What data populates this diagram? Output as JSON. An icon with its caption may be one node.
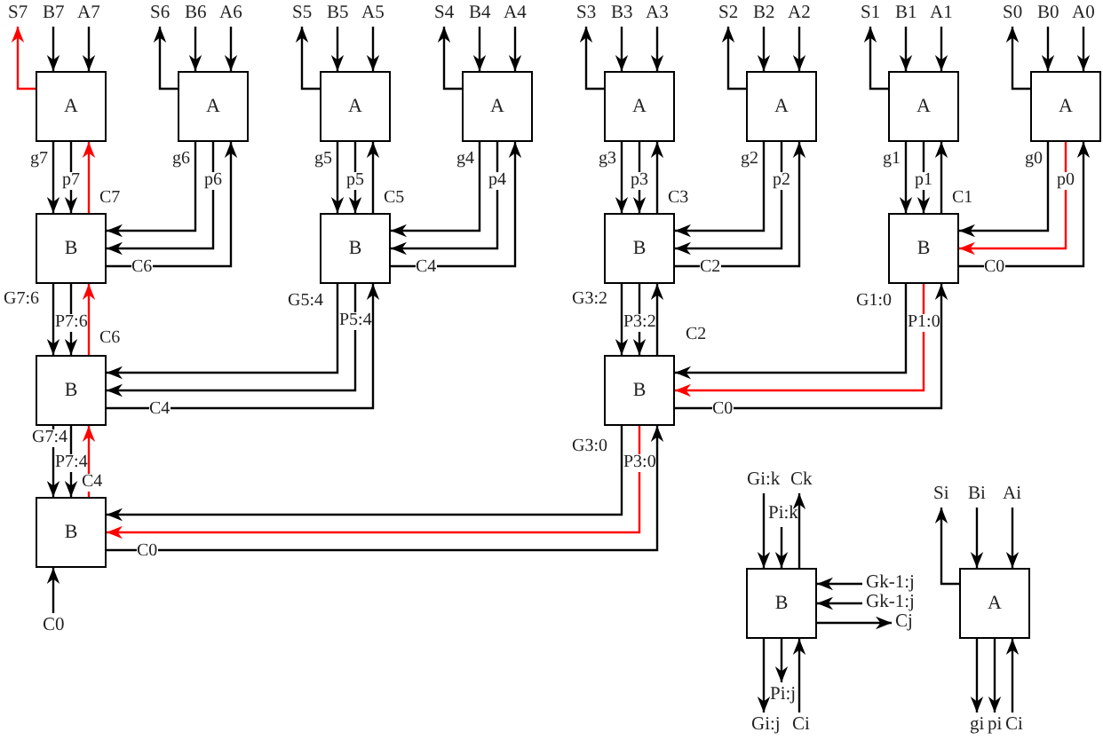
{
  "diagram": {
    "nodes": [
      {
        "text": [
          "S7"
        ]
      },
      {
        "text": [
          "B7"
        ]
      },
      {
        "text": [
          "A7"
        ]
      },
      {
        "text": [
          "S6"
        ]
      },
      {
        "text": [
          "B6"
        ]
      },
      {
        "text": [
          "A6"
        ]
      },
      {
        "text": [
          "S5"
        ]
      },
      {
        "text": [
          "B5"
        ]
      },
      {
        "text": [
          "A5"
        ]
      },
      {
        "text": [
          "S4"
        ]
      },
      {
        "text": [
          "B4"
        ]
      },
      {
        "text": [
          "A4"
        ]
      },
      {
        "text": [
          "S3"
        ]
      },
      {
        "text": [
          "B3"
        ]
      },
      {
        "text": [
          "A3"
        ]
      },
      {
        "text": [
          "S2"
        ]
      },
      {
        "text": [
          "B2"
        ]
      },
      {
        "text": [
          "A2"
        ]
      },
      {
        "text": [
          "S1"
        ]
      },
      {
        "text": [
          "B1"
        ]
      },
      {
        "text": [
          "A1"
        ]
      },
      {
        "text": [
          "S0"
        ]
      },
      {
        "text": [
          "B0"
        ]
      },
      {
        "text": [
          "A0"
        ]
      },
      {
        "text": [
          "A"
        ]
      },
      {
        "text": [
          "A"
        ]
      },
      {
        "text": [
          "A"
        ]
      },
      {
        "text": [
          "A"
        ]
      },
      {
        "text": [
          "A"
        ]
      },
      {
        "text": [
          "A"
        ]
      },
      {
        "text": [
          "A"
        ]
      },
      {
        "text": [
          "A"
        ]
      },
      {
        "text": [
          "B"
        ]
      },
      {
        "text": [
          "B"
        ]
      },
      {
        "text": [
          "B"
        ]
      },
      {
        "text": [
          "B"
        ]
      },
      {
        "text": [
          "B"
        ]
      },
      {
        "text": [
          "B"
        ]
      },
      {
        "text": [
          "B"
        ]
      },
      {
        "text": [
          "C0"
        ]
      },
      {
        "text": [
          "Gi:k"
        ]
      },
      {
        "text": [
          "Ck"
        ]
      },
      {
        "text": [
          "Si"
        ]
      },
      {
        "text": [
          "Bi"
        ]
      },
      {
        "text": [
          "Ai"
        ]
      },
      {
        "text": [
          "B"
        ]
      },
      {
        "text": [
          "A"
        ]
      },
      {
        "text": [
          "Gk-1:j"
        ]
      },
      {
        "text": [
          "Gk-1:j"
        ]
      },
      {
        "text": [
          "Cj"
        ]
      },
      {
        "text": [
          "Gi:j"
        ]
      },
      {
        "text": [
          "Ci"
        ]
      },
      {
        "text": [
          "gi"
        ]
      },
      {
        "text": [
          "pi"
        ]
      },
      {
        "text": [
          "Ci"
        ]
      },
      {
        "text": [
          "Pi:k"
        ]
      },
      {
        "text": [
          "Pi:j"
        ]
      }
    ],
    "edges": [
      {
        "from": 24,
        "to": 0,
        "arrow": "to",
        "color": "#ff0000"
      },
      {
        "from": 1,
        "to": 24,
        "arrow": "to"
      },
      {
        "from": 2,
        "to": 24,
        "arrow": "to"
      },
      {
        "from": 25,
        "to": 3,
        "arrow": "to"
      },
      {
        "from": 4,
        "to": 25,
        "arrow": "to"
      },
      {
        "from": 5,
        "to": 25,
        "arrow": "to"
      },
      {
        "from": 26,
        "to": 6,
        "arrow": "to"
      },
      {
        "from": 7,
        "to": 26,
        "arrow": "to"
      },
      {
        "from": 8,
        "to": 26,
        "arrow": "to"
      },
      {
        "from": 27,
        "to": 9,
        "arrow": "to"
      },
      {
        "from": 10,
        "to": 27,
        "arrow": "to"
      },
      {
        "from": 11,
        "to": 27,
        "arrow": "to"
      },
      {
        "from": 28,
        "to": 12,
        "arrow": "to"
      },
      {
        "from": 13,
        "to": 28,
        "arrow": "to"
      },
      {
        "from": 14,
        "to": 28,
        "arrow": "to"
      },
      {
        "from": 29,
        "to": 15,
        "arrow": "to"
      },
      {
        "from": 16,
        "to": 29,
        "arrow": "to"
      },
      {
        "from": 17,
        "to": 29,
        "arrow": "to"
      },
      {
        "from": 30,
        "to": 18,
        "arrow": "to"
      },
      {
        "from": 19,
        "to": 30,
        "arrow": "to"
      },
      {
        "from": 20,
        "to": 30,
        "arrow": "to"
      },
      {
        "from": 31,
        "to": 21,
        "arrow": "to"
      },
      {
        "from": 22,
        "to": 31,
        "arrow": "to"
      },
      {
        "from": 23,
        "to": 31,
        "arrow": "to"
      },
      {
        "from": 24,
        "to": 32,
        "arrow": "to",
        "label": "g7"
      },
      {
        "from": 24,
        "to": 32,
        "arrow": "to",
        "label": "p7"
      },
      {
        "from": 32,
        "to": 24,
        "arrow": "to",
        "label": "C7",
        "color": "#ff0000"
      },
      {
        "from": 25,
        "to": 32,
        "arrow": "to",
        "label": "g6"
      },
      {
        "from": 25,
        "to": 32,
        "arrow": "to",
        "label": "p6"
      },
      {
        "from": 32,
        "to": 25,
        "arrow": "to",
        "label": "C6"
      },
      {
        "from": 26,
        "to": 33,
        "arrow": "to",
        "label": "g5"
      },
      {
        "from": 26,
        "to": 33,
        "arrow": "to",
        "label": "p5"
      },
      {
        "from": 33,
        "to": 26,
        "arrow": "to",
        "label": "C5"
      },
      {
        "from": 27,
        "to": 33,
        "arrow": "to",
        "label": "g4"
      },
      {
        "from": 27,
        "to": 33,
        "arrow": "to",
        "label": "p4"
      },
      {
        "from": 33,
        "to": 27,
        "arrow": "to",
        "label": "C4"
      },
      {
        "from": 28,
        "to": 34,
        "arrow": "to",
        "label": "g3"
      },
      {
        "from": 28,
        "to": 34,
        "arrow": "to",
        "label": "p3"
      },
      {
        "from": 34,
        "to": 28,
        "arrow": "to",
        "label": "C3"
      },
      {
        "from": 29,
        "to": 34,
        "arrow": "to",
        "label": "g2"
      },
      {
        "from": 29,
        "to": 34,
        "arrow": "to",
        "label": "p2"
      },
      {
        "from": 34,
        "to": 29,
        "arrow": "to",
        "label": "C2"
      },
      {
        "from": 30,
        "to": 35,
        "arrow": "to",
        "label": "g1"
      },
      {
        "from": 30,
        "to": 35,
        "arrow": "to",
        "label": "p1"
      },
      {
        "from": 35,
        "to": 30,
        "arrow": "to",
        "label": "C1"
      },
      {
        "from": 31,
        "to": 35,
        "arrow": "to",
        "label": "g0"
      },
      {
        "from": 31,
        "to": 35,
        "arrow": "to",
        "label": "p0",
        "color": "#ff0000"
      },
      {
        "from": 35,
        "to": 31,
        "arrow": "to",
        "label": "C0"
      },
      {
        "from": 32,
        "to": 36,
        "arrow": "to",
        "label": "G7:6"
      },
      {
        "from": 32,
        "to": 36,
        "arrow": "to",
        "label": "P7:6"
      },
      {
        "from": 36,
        "to": 32,
        "arrow": "to",
        "label": "C6",
        "color": "#ff0000"
      },
      {
        "from": 33,
        "to": 36,
        "arrow": "to",
        "label": "G5:4"
      },
      {
        "from": 33,
        "to": 36,
        "arrow": "to",
        "label": "P5:4"
      },
      {
        "from": 36,
        "to": 33,
        "arrow": "to",
        "label": "C4"
      },
      {
        "from": 34,
        "to": 37,
        "arrow": "to",
        "label": "G3:2"
      },
      {
        "from": 34,
        "to": 37,
        "arrow": "to",
        "label": "P3:2"
      },
      {
        "from": 37,
        "to": 34,
        "arrow": "to",
        "label": "C2"
      },
      {
        "from": 35,
        "to": 37,
        "arrow": "to",
        "label": "G1:0"
      },
      {
        "from": 35,
        "to": 37,
        "arrow": "to",
        "label": "P1:0",
        "color": "#ff0000"
      },
      {
        "from": 37,
        "to": 35,
        "arrow": "to",
        "label": "C0"
      },
      {
        "from": 36,
        "to": 38,
        "arrow": "to",
        "label": "G7:4"
      },
      {
        "from": 36,
        "to": 38,
        "arrow": "to",
        "label": "P7:4"
      },
      {
        "from": 38,
        "to": 36,
        "arrow": "to",
        "label": "C4",
        "color": "#ff0000"
      },
      {
        "from": 37,
        "to": 38,
        "arrow": "to",
        "label": "G3:0"
      },
      {
        "from": 37,
        "to": 38,
        "arrow": "to",
        "label": "P3:0",
        "color": "#ff0000"
      },
      {
        "from": 38,
        "to": 37,
        "arrow": "to",
        "label": "C0"
      },
      {
        "from": 39,
        "to": 38,
        "arrow": "to"
      },
      {
        "from": 40,
        "to": 45,
        "arrow": "to"
      },
      {
        "from": 55,
        "to": 45,
        "arrow": "to"
      },
      {
        "from": 45,
        "to": 41,
        "arrow": "to"
      },
      {
        "from": 47,
        "to": 45,
        "arrow": "to"
      },
      {
        "from": 48,
        "to": 45,
        "arrow": "to"
      },
      {
        "from": 45,
        "to": 49,
        "arrow": "to"
      },
      {
        "from": 45,
        "to": 50,
        "arrow": "to"
      },
      {
        "from": 45,
        "to": 56,
        "arrow": "to"
      },
      {
        "from": 51,
        "to": 45,
        "arrow": "to"
      },
      {
        "from": 46,
        "to": 42,
        "arrow": "to"
      },
      {
        "from": 43,
        "to": 46,
        "arrow": "to"
      },
      {
        "from": 44,
        "to": 46,
        "arrow": "to"
      },
      {
        "from": 46,
        "to": 52,
        "arrow": "to"
      },
      {
        "from": 46,
        "to": 53,
        "arrow": "to"
      },
      {
        "from": 54,
        "to": 46,
        "arrow": "to"
      }
    ]
  }
}
